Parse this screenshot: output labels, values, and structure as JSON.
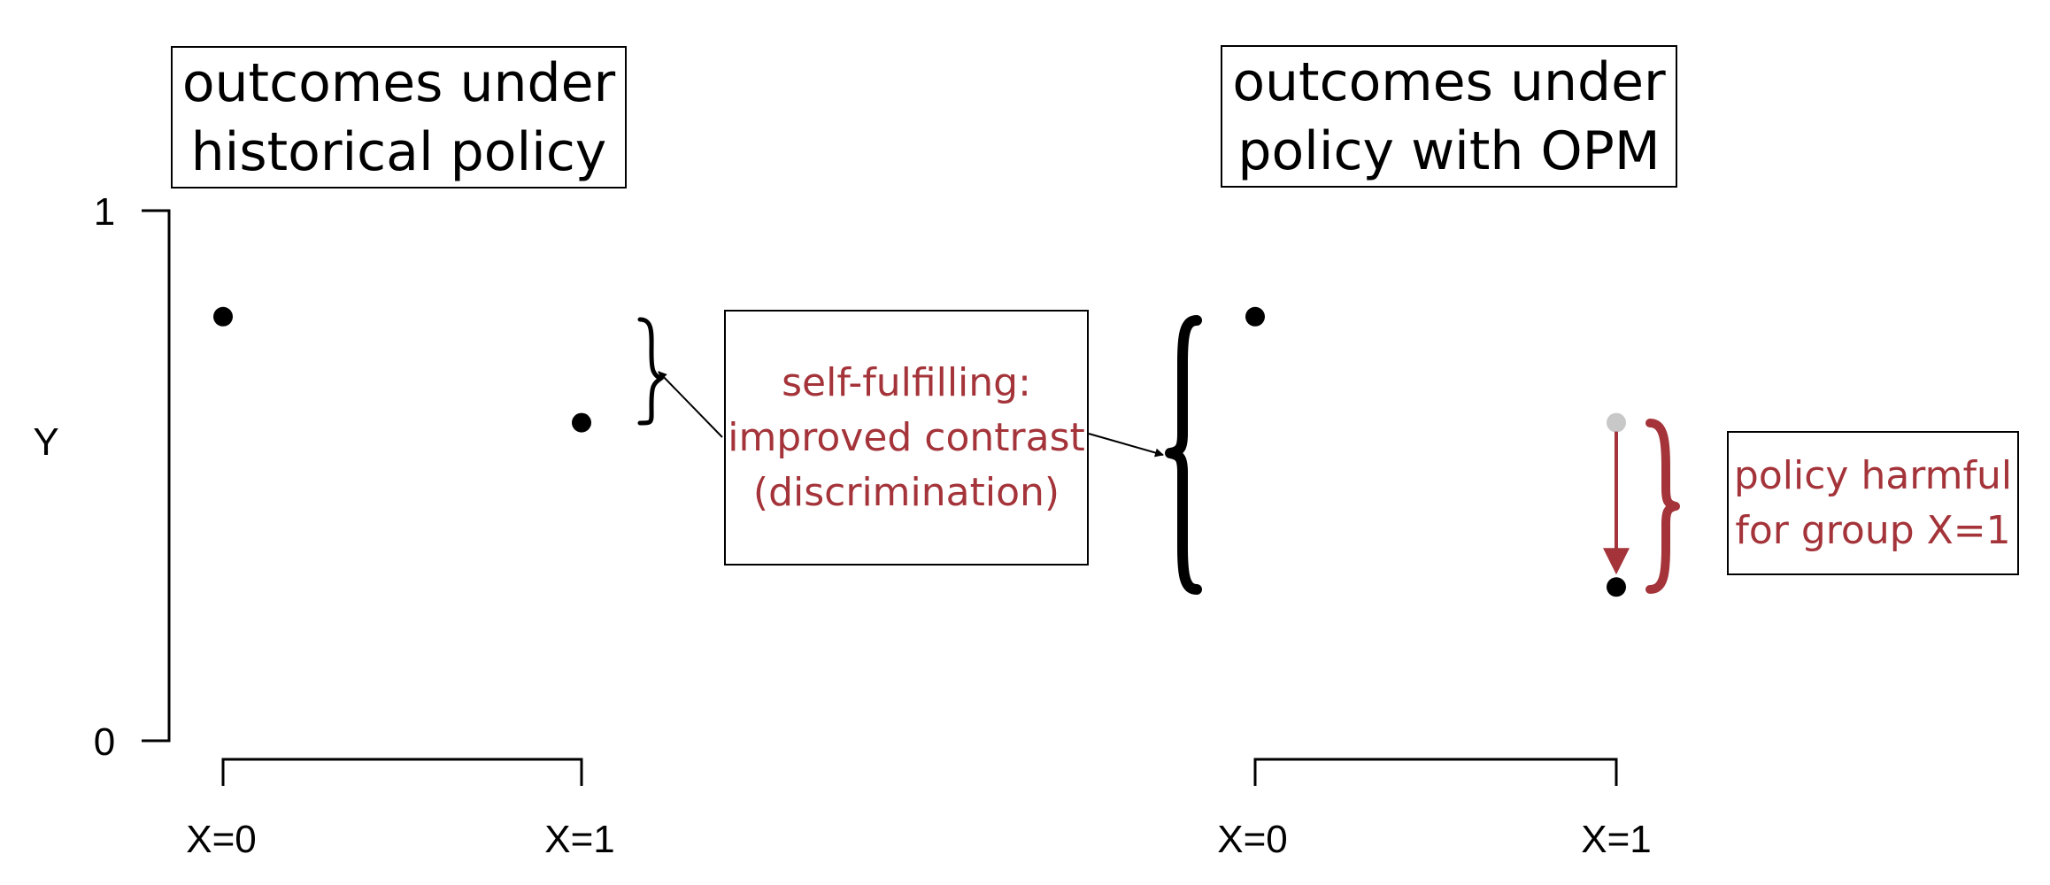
{
  "colors": {
    "ink": "#000000",
    "accent": "#a4343a",
    "faded": "#c8c8c8",
    "background": "#ffffff"
  },
  "axis": {
    "label": "Y",
    "ticks": [
      "1",
      "0"
    ],
    "range": [
      0,
      1
    ]
  },
  "panels": [
    {
      "title_lines": [
        "outcomes under",
        "historical policy"
      ],
      "categories": [
        "X=0",
        "X=1"
      ],
      "points": [
        {
          "x": "X=0",
          "y": 0.8
        },
        {
          "x": "X=1",
          "y": 0.6
        }
      ]
    },
    {
      "title_lines": [
        "outcomes under",
        "policy with OPM"
      ],
      "categories": [
        "X=0",
        "X=1"
      ],
      "points": [
        {
          "x": "X=0",
          "y": 0.8
        },
        {
          "x": "X=1",
          "y": 0.29
        }
      ],
      "previous_point": {
        "x": "X=1",
        "y": 0.6
      }
    }
  ],
  "annotations": {
    "self_fulfilling_lines": [
      "self-fulfilling:",
      "improved contrast",
      "(discrimination)"
    ],
    "harmful_lines": [
      "policy harmful",
      "for group X=1"
    ]
  }
}
